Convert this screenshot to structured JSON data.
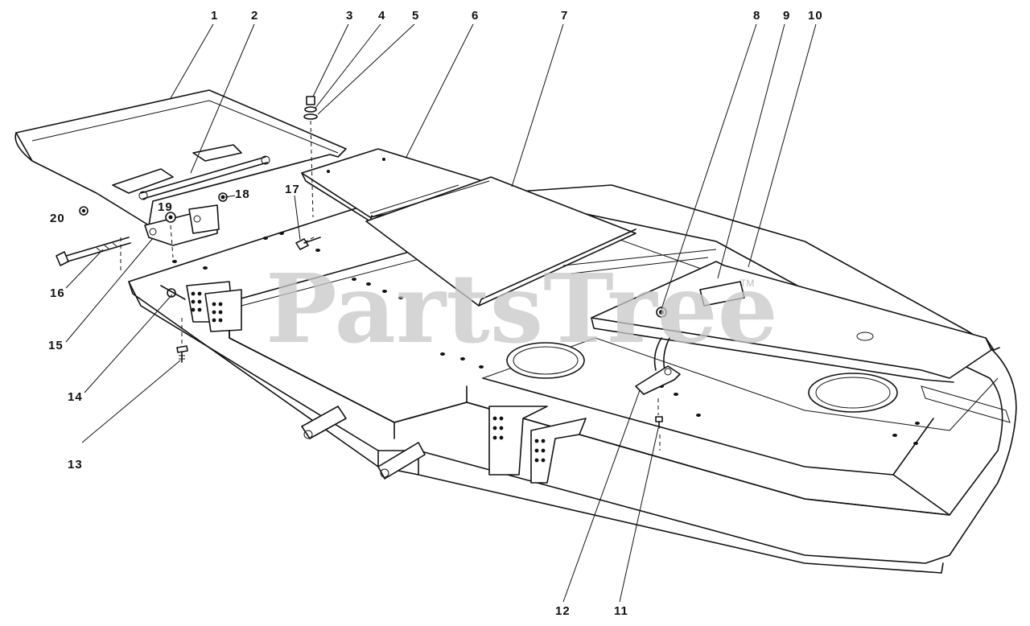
{
  "diagram": {
    "watermark": "PartsTree",
    "trademark": "TM",
    "callouts": [
      "1",
      "2",
      "3",
      "4",
      "5",
      "6",
      "7",
      "8",
      "9",
      "10",
      "11",
      "12",
      "13",
      "14",
      "15",
      "16",
      "17",
      "18",
      "19",
      "20"
    ]
  }
}
